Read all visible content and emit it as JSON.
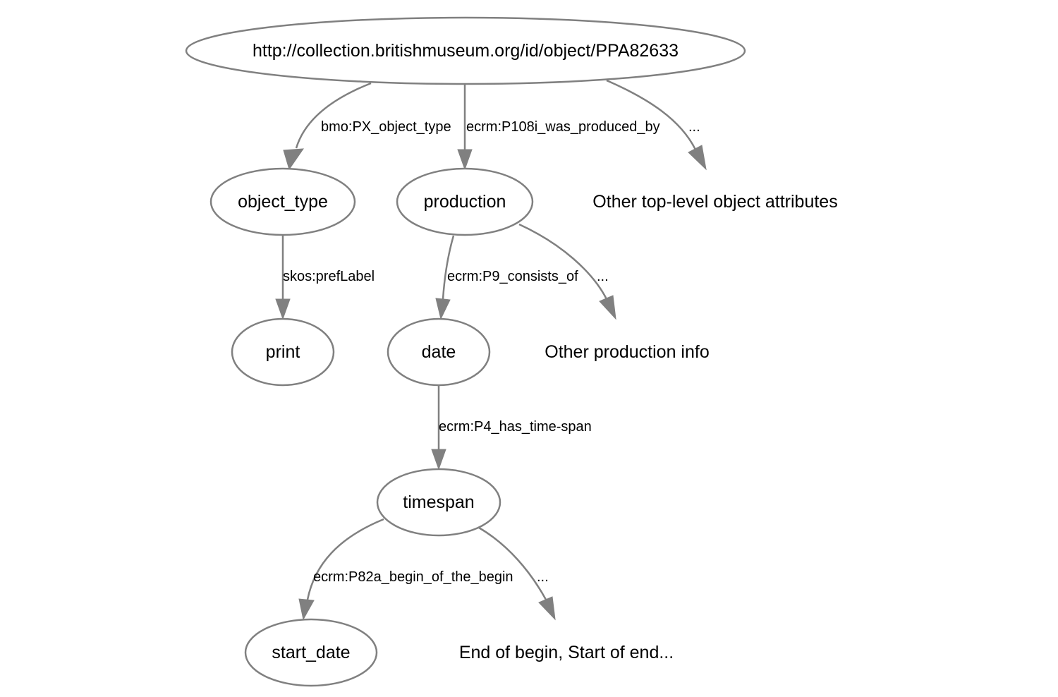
{
  "nodes": {
    "root": "http://collection.britishmuseum.org/id/object/PPA82633",
    "object_type": "object_type",
    "production": "production",
    "other_top_level": "Other top-level object attributes",
    "print": "print",
    "date": "date",
    "other_production": "Other production info",
    "timespan": "timespan",
    "start_date": "start_date",
    "end_of_begin": "End of begin, Start of end..."
  },
  "edges": {
    "object_type": "bmo:PX_object_type",
    "produced_by": "ecrm:P108i_was_produced_by",
    "root_more": "...",
    "pref_label": "skos:prefLabel",
    "consists_of": "ecrm:P9_consists_of",
    "production_more": "...",
    "time_span": "ecrm:P4_has_time-span",
    "begin_of_begin": "ecrm:P82a_begin_of_the_begin",
    "timespan_more": "..."
  },
  "colors": {
    "stroke": "#808080",
    "text": "#000000",
    "background": "#ffffff"
  }
}
